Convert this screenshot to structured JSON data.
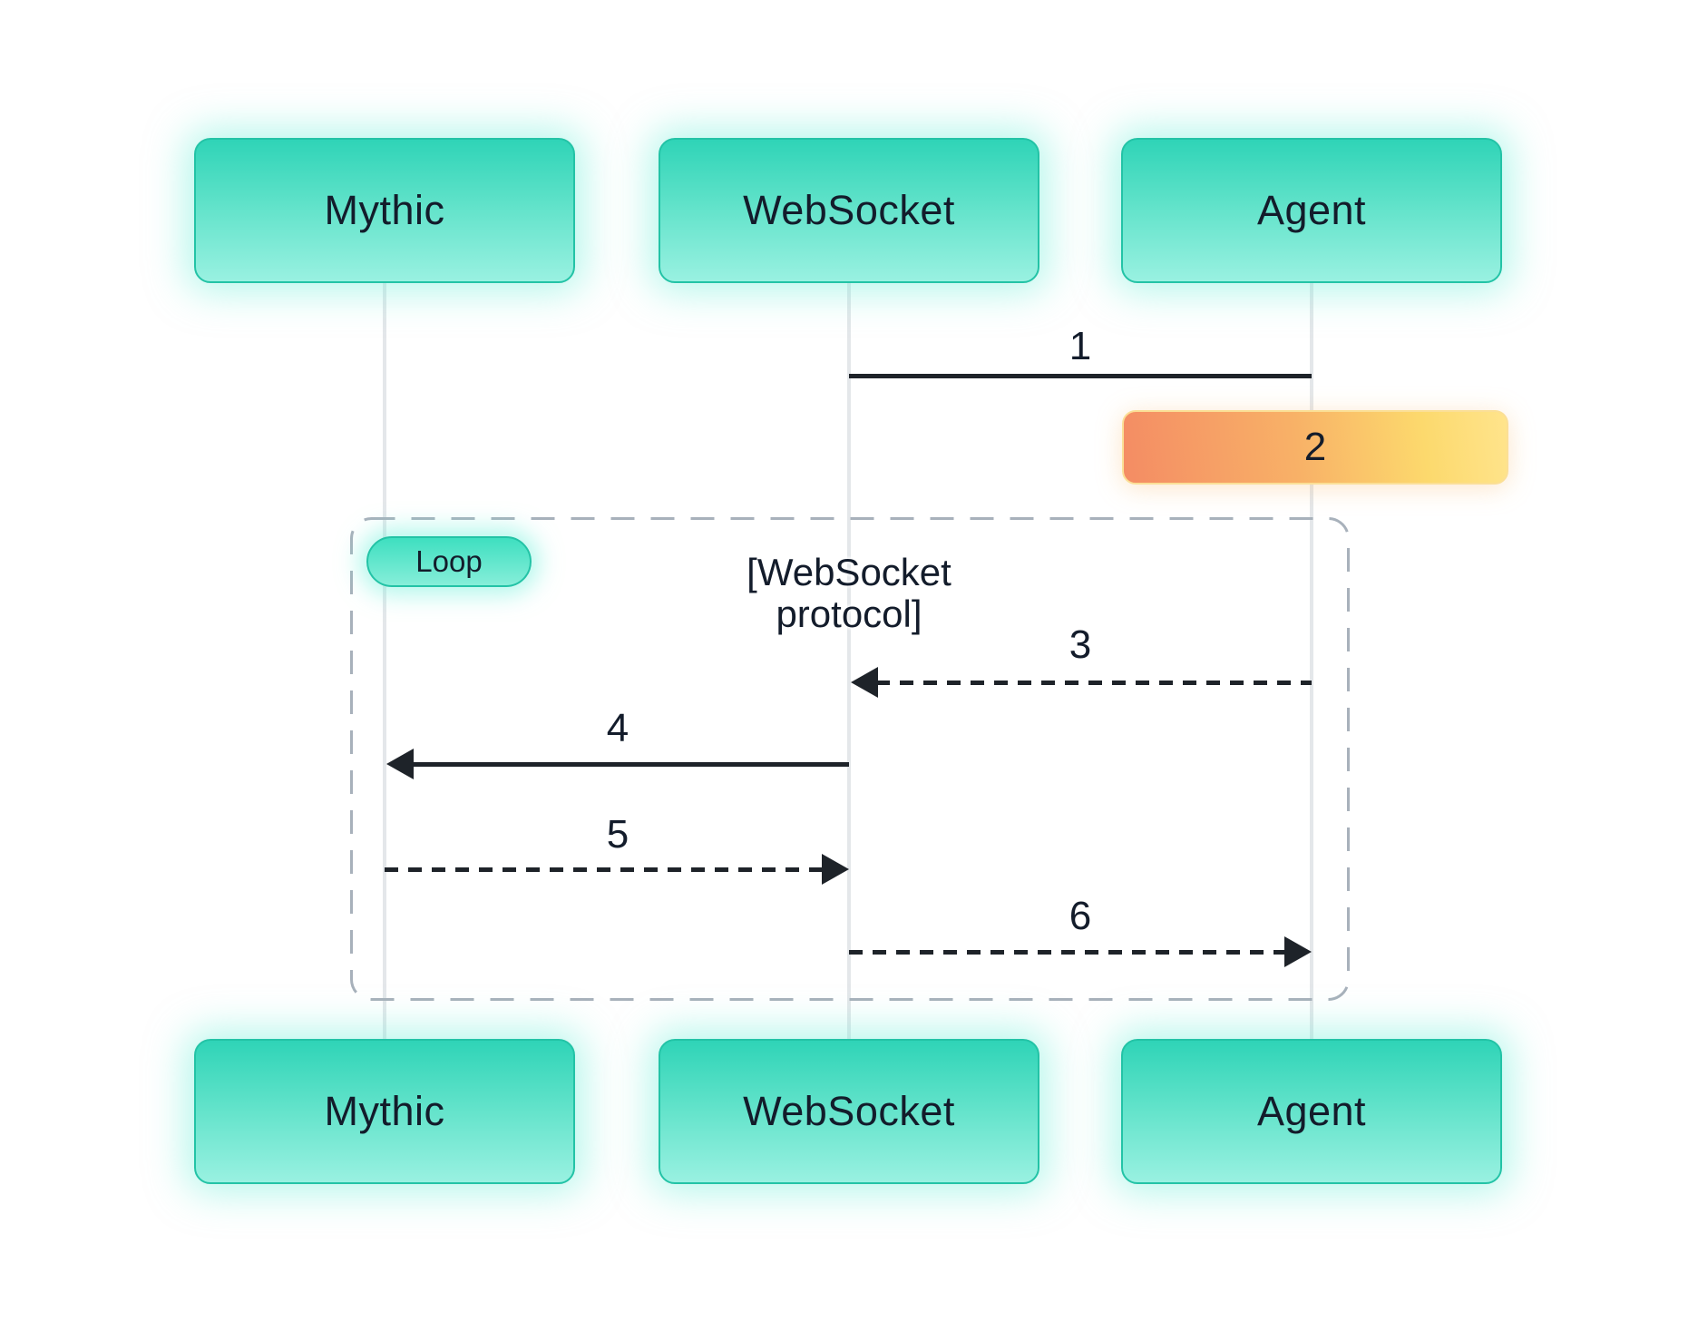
{
  "participants": [
    {
      "label": "Mythic"
    },
    {
      "label": "WebSocket"
    },
    {
      "label": "Agent"
    }
  ],
  "messages": {
    "m1": {
      "num": "1",
      "from": "WebSocket",
      "to": "Agent",
      "style": "solid",
      "arrowhead": "none"
    },
    "m2": {
      "num": "2",
      "type": "activation",
      "on": "Agent"
    },
    "m3": {
      "num": "3",
      "from": "Agent",
      "to": "WebSocket",
      "style": "dashed",
      "arrowhead": "left"
    },
    "m4": {
      "num": "4",
      "from": "WebSocket",
      "to": "Mythic",
      "style": "solid",
      "arrowhead": "left"
    },
    "m5": {
      "num": "5",
      "from": "Mythic",
      "to": "WebSocket",
      "style": "dashed",
      "arrowhead": "right"
    },
    "m6": {
      "num": "6",
      "from": "WebSocket",
      "to": "Agent",
      "style": "dashed",
      "arrowhead": "right"
    }
  },
  "loop": {
    "badge": "Loop",
    "title": "[WebSocket\nprotocol]"
  },
  "colors": {
    "participant_gradient_top": "#2fd4b7",
    "participant_gradient_bottom": "#99f1e1",
    "participant_border": "#23c3a6",
    "activation_gradient_start": "#f48c64",
    "activation_gradient_end": "#fcd96d",
    "line_color": "#1e2329",
    "lifeline_color": "#e4e7ea",
    "loop_border": "#a8b1bb",
    "text_color": "#131c2b",
    "background": "#ffffff"
  }
}
